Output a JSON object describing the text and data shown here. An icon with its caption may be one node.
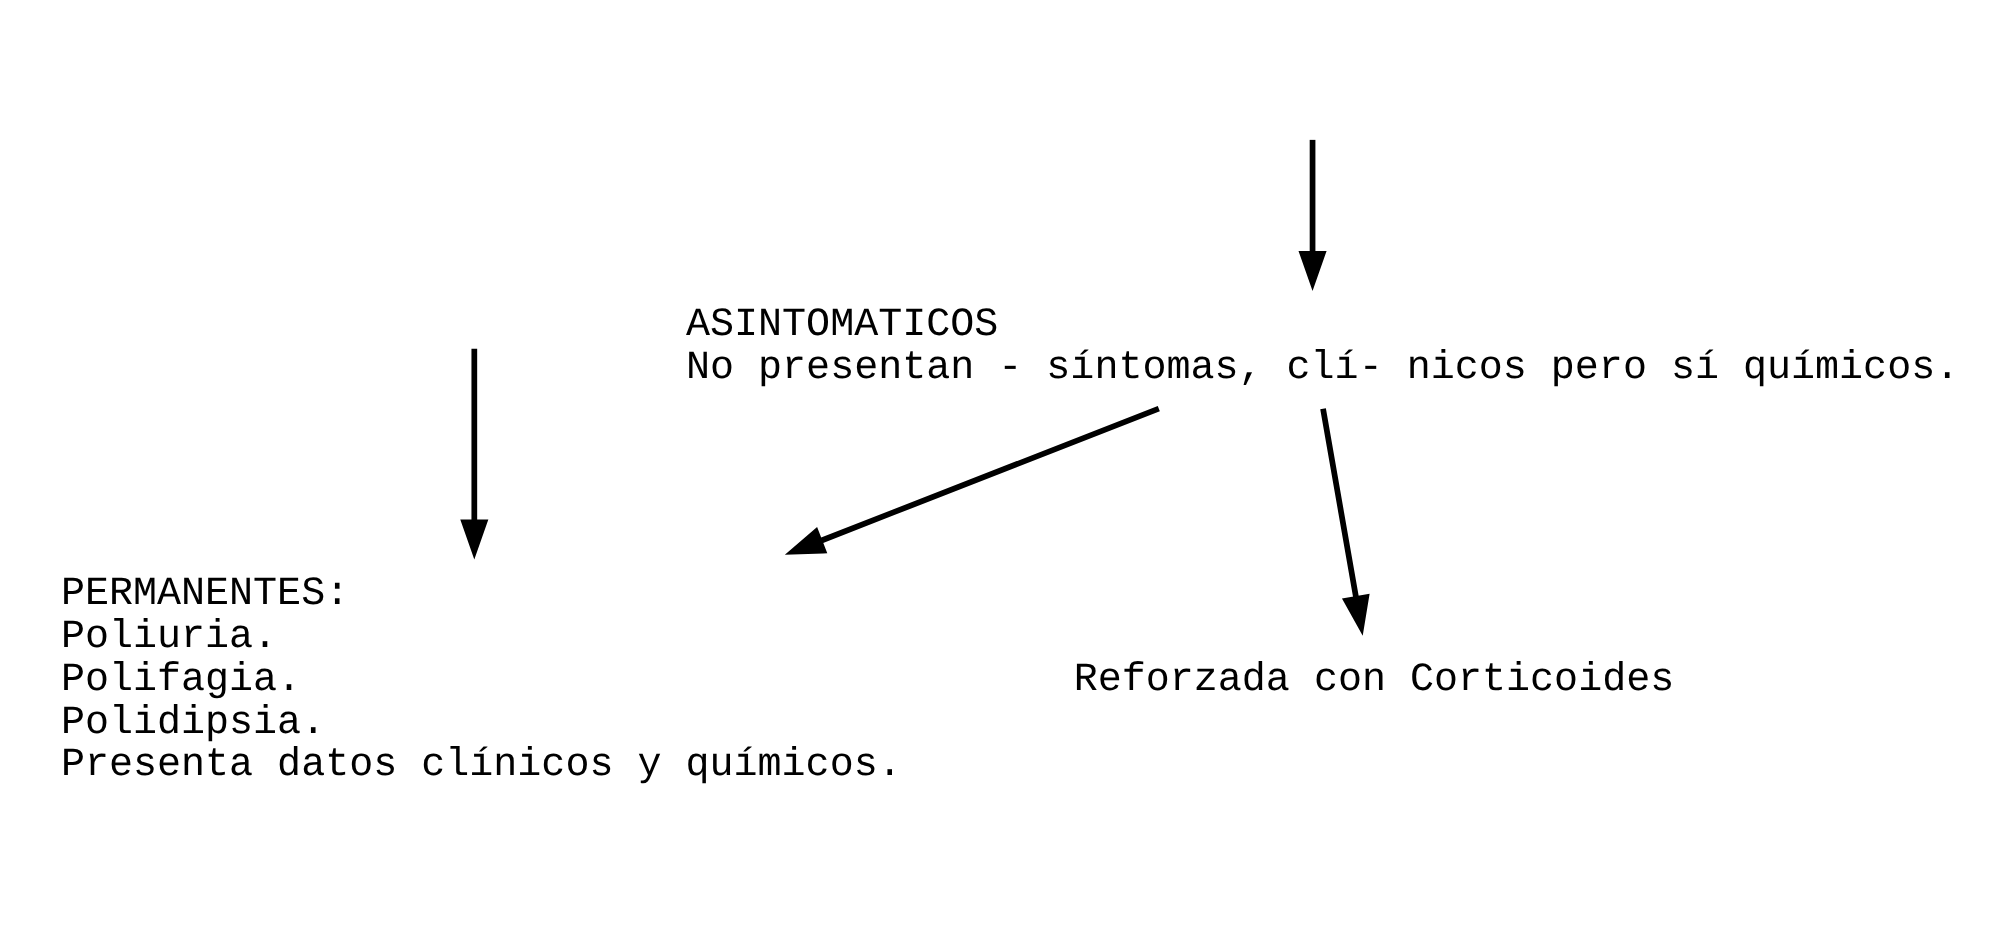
{
  "diagram": {
    "nodes": [
      {
        "text": [
          "ASINTOMATICOS",
          "No presentan - síntomas, clí- nicos pero sí químicos."
        ]
      },
      {
        "text": [
          "Reforzada con Corticoides"
        ]
      },
      {
        "text": [
          "PERMANENTES:",
          "Poliuria.",
          "Polifagia.",
          "Polidipsia.",
          "Presenta datos clínicos y químicos."
        ]
      }
    ],
    "edges": [
      {
        "from": null,
        "to": 0,
        "arrow": "to"
      },
      {
        "from": null,
        "to": 2,
        "arrow": "to"
      },
      {
        "from": 0,
        "to": 2,
        "arrow": "to"
      },
      {
        "from": 0,
        "to": 1,
        "arrow": "to"
      }
    ]
  }
}
